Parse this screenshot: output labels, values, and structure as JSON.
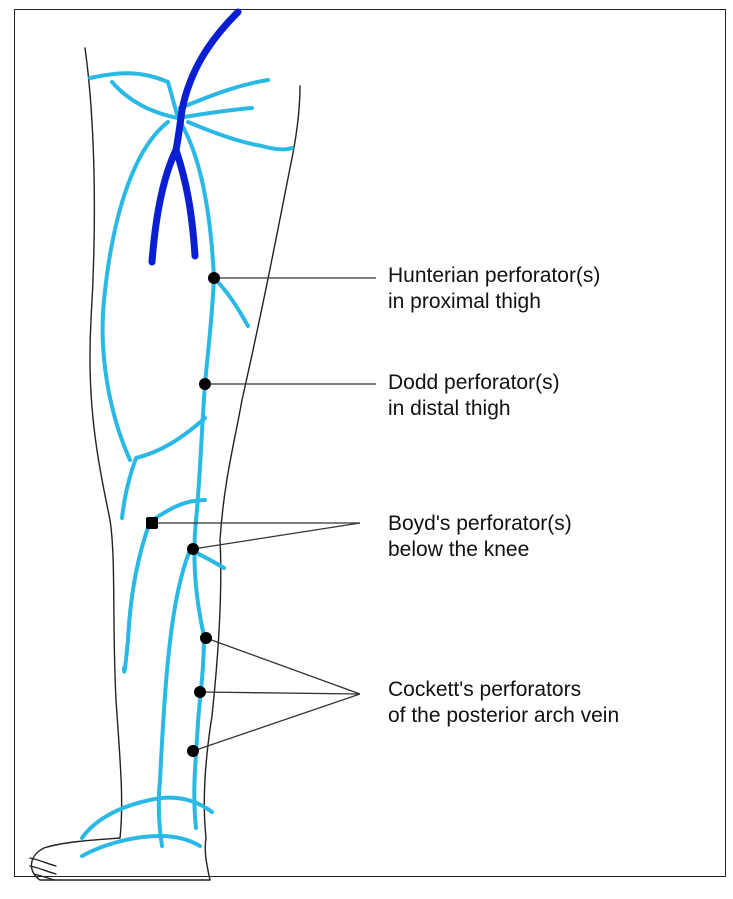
{
  "colors": {
    "superficial_vein": "#2ab8e4",
    "deep_vein": "#0a1ed2",
    "outline": "#222222",
    "pointer_line": "#333333",
    "perforator_dot": "#000000"
  },
  "labels": {
    "hunterian": {
      "line1": "Hunterian perforator(s)",
      "line2": "in proximal thigh"
    },
    "dodd": {
      "line1": "Dodd perforator(s)",
      "line2": "in distal thigh"
    },
    "boyd": {
      "line1": "Boyd's perforator(s)",
      "line2": "below the knee"
    },
    "cockett": {
      "line1": "Cockett's perforators",
      "line2": "of the posterior arch vein"
    }
  }
}
